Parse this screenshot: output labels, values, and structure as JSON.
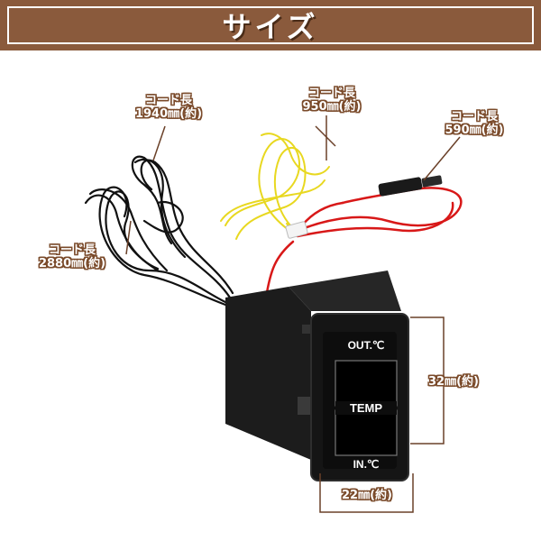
{
  "banner": {
    "title": "サイズ"
  },
  "cords": [
    {
      "name": "コード長",
      "length": "1940㎜(約)"
    },
    {
      "name": "コード長",
      "length": "950㎜(約)"
    },
    {
      "name": "コード長",
      "length": "590㎜(約)"
    },
    {
      "name": "コード長",
      "length": "2880㎜(約)"
    }
  ],
  "device": {
    "top_label": "OUT.℃",
    "middle_label": "TEMP",
    "bottom_label": "IN.℃",
    "height_dim": "32㎜(約)",
    "width_dim": "22㎜(約)"
  },
  "colors": {
    "banner": "#8a5a3c",
    "label_outline": "#7a4a2a",
    "yellow_wire": "#e8d820",
    "red_wire": "#d81818"
  }
}
